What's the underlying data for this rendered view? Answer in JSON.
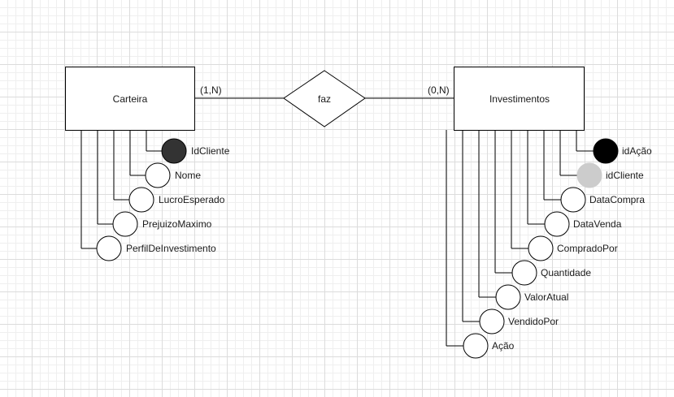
{
  "entities": {
    "carteira": {
      "label": "Carteira"
    },
    "investimentos": {
      "label": "Investimentos"
    }
  },
  "relationship": {
    "label": "faz",
    "left_cardinality": "(1,N)",
    "right_cardinality": "(0,N)"
  },
  "carteira_attributes": [
    {
      "label": "IdCliente",
      "kind": "primary-key"
    },
    {
      "label": "Nome",
      "kind": "simple"
    },
    {
      "label": "LucroEsperado",
      "kind": "simple"
    },
    {
      "label": "PrejuizoMaximo",
      "kind": "simple"
    },
    {
      "label": "PerfilDeInvestimento",
      "kind": "simple"
    }
  ],
  "investimentos_attributes": [
    {
      "label": "idAção",
      "kind": "primary-key"
    },
    {
      "label": "idCliente",
      "kind": "foreign-key"
    },
    {
      "label": "DataCompra",
      "kind": "simple"
    },
    {
      "label": "DataVenda",
      "kind": "simple"
    },
    {
      "label": "CompradoPor",
      "kind": "simple"
    },
    {
      "label": "Quantidade",
      "kind": "simple"
    },
    {
      "label": "ValorAtual",
      "kind": "simple"
    },
    {
      "label": "VendidoPor",
      "kind": "simple"
    },
    {
      "label": "Ação",
      "kind": "simple"
    }
  ],
  "colors": {
    "stroke": "#000000",
    "primary_key_left": "#333333",
    "primary_key_right": "#000000",
    "foreign_key": "#cccccc",
    "simple": "#ffffff"
  }
}
